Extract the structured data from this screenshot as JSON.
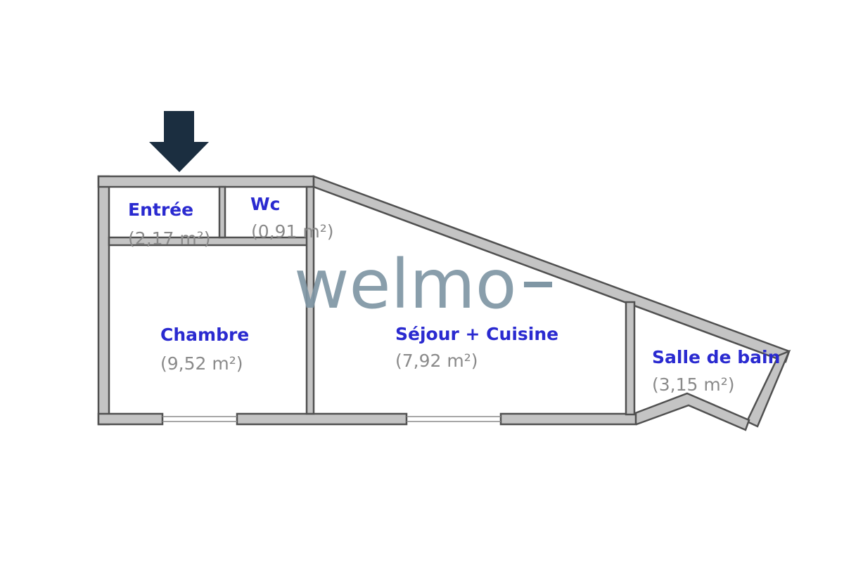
{
  "brand": {
    "watermark_text": "welmo",
    "watermark_color": "#7f96a4"
  },
  "entrance_marker": {
    "icon": "arrow-down-icon",
    "color": "#1b2e40"
  },
  "rooms": [
    {
      "name": "Entrée",
      "area": "(2,17 m²)"
    },
    {
      "name": "Wc",
      "area": "(0,91 m²)"
    },
    {
      "name": "Chambre",
      "area": "(9,52 m²)"
    },
    {
      "name": "Séjour + Cuisine",
      "area": "(7,92 m²)"
    },
    {
      "name": "Salle de bain",
      "area": "(3,15 m²)"
    }
  ],
  "colors": {
    "room_name": "#2a2ad0",
    "room_area": "#8a8a8a",
    "wall_fill": "#c4c4c4",
    "wall_stroke": "#505050"
  }
}
